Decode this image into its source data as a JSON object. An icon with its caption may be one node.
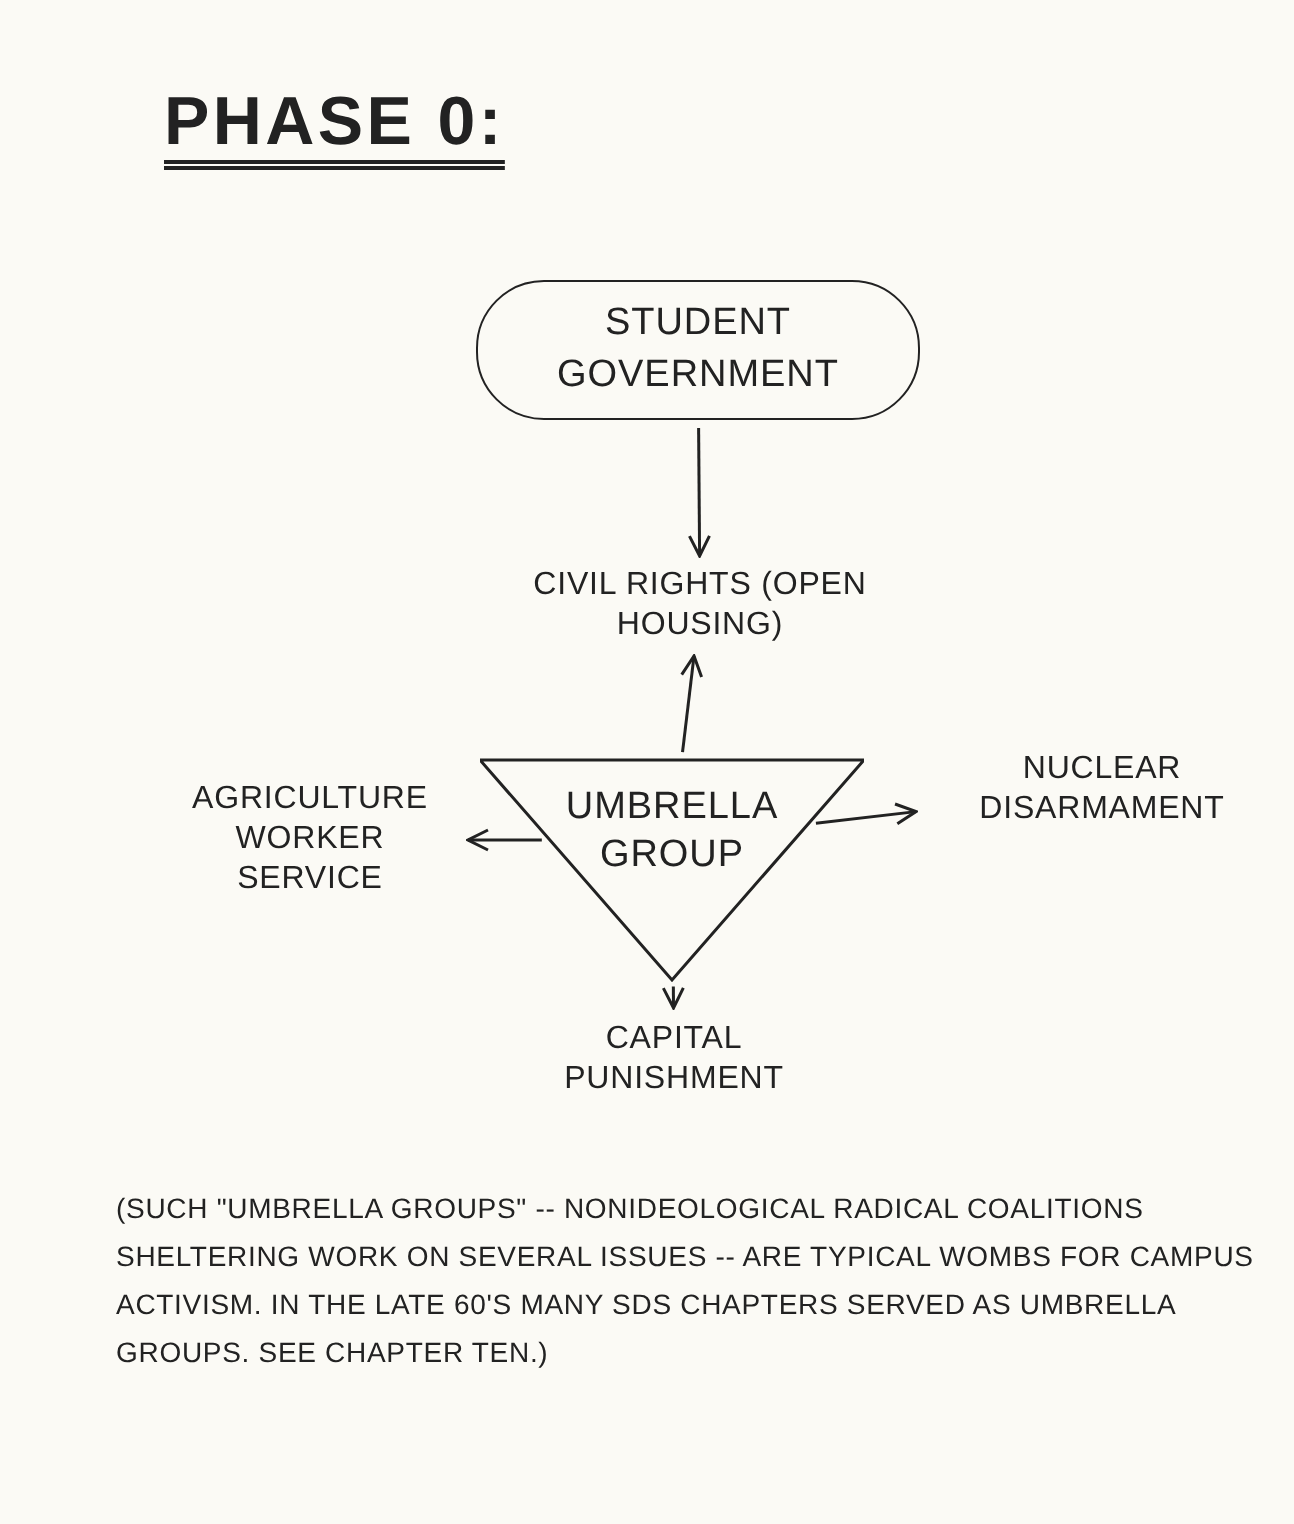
{
  "diagram": {
    "title": "PHASE 0:",
    "nodes": [
      {
        "text": [
          "STUDENT GOVERNMENT"
        ]
      },
      {
        "text": [
          "CIVIL RIGHTS (OPEN HOUSING)"
        ]
      },
      {
        "text": [
          "UMBRELLA GROUP"
        ]
      },
      {
        "text": [
          "AGRICULTURE WORKER SERVICE"
        ]
      },
      {
        "text": [
          "NUCLEAR DISARMAMENT"
        ]
      },
      {
        "text": [
          "CAPITAL PUNISHMENT"
        ]
      }
    ],
    "edges": [
      {
        "from": 0,
        "to": 1,
        "arrow": "to"
      },
      {
        "from": 2,
        "to": 1,
        "arrow": "to"
      },
      {
        "from": 2,
        "to": 3,
        "arrow": "to"
      },
      {
        "from": 2,
        "to": 4,
        "arrow": "to"
      },
      {
        "from": 2,
        "to": 5,
        "arrow": "to"
      }
    ],
    "labels": [
      "(SUCH \"UMBRELLA GROUPS\" -- NONIDEOLOGICAL RADICAL COALITIONS SHELTERING WORK ON SEVERAL ISSUES -- ARE TYPICAL WOMBS FOR CAMPUS ACTIVISM. IN THE LATE 60'S MANY SDS CHAPTERS SERVED AS UMBRELLA GROUPS. SEE CHAPTER TEN.)"
    ]
  }
}
